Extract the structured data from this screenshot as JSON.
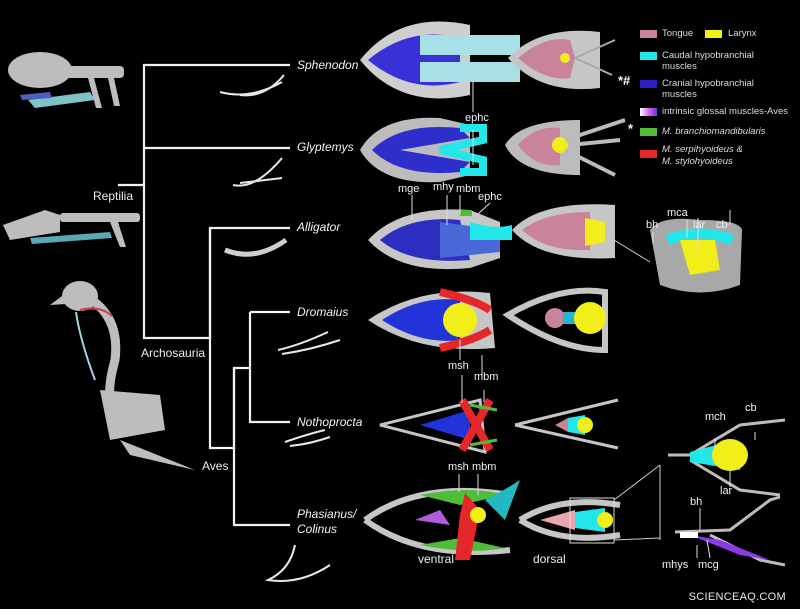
{
  "figure": {
    "taxa": [
      {
        "name": "Sphenodon"
      },
      {
        "name": "Glyptemys"
      },
      {
        "name": "Alligator"
      },
      {
        "name": "Dromaius"
      },
      {
        "name": "Nothoprocta"
      },
      {
        "name": "Phasianus/",
        "name2": "Colinus"
      }
    ],
    "clades": {
      "reptilia": "Reptilia",
      "archosauria": "Archosauria",
      "aves": "Aves"
    },
    "views": {
      "ventral": "ventral",
      "dorsal": "dorsal"
    },
    "annotations": {
      "sphenodon_ephc": "ephc",
      "alligator_mge": "mge",
      "alligator_mhy": "mhy",
      "alligator_mbm": "mbm",
      "alligator_ephc": "ephc",
      "alligator_detail_bh": "bh",
      "alligator_detail_mca": "mca",
      "alligator_detail_lar": "lar",
      "alligator_detail_cb": "cb",
      "dromaius_msh": "msh",
      "dromaius_mbm": "mbm",
      "phasianus_msh": "msh",
      "phasianus_mbm": "mbm",
      "bird_detail_mch": "mch",
      "bird_detail_cb": "cb",
      "bird_detail_lar": "lar",
      "bird_detail_bh": "bh",
      "bird_detail_mhys": "mhys",
      "bird_detail_mcg": "mcg"
    },
    "legend": {
      "items": [
        {
          "label": "Tongue",
          "color": "#c9839b"
        },
        {
          "label": "Larynx",
          "color": "#f2ee1a"
        },
        {
          "label": "Caudal hypobranchial muscles",
          "color": "#22e6ea"
        },
        {
          "label": "Cranial hypobranchial muscles",
          "color": "#2b1fc2",
          "marker": "*#"
        },
        {
          "label": "intrinsic glossal muscles-Aves",
          "color_gradient": [
            "#ffffff",
            "#d56bf0",
            "#7a2de0"
          ]
        },
        {
          "label": "M. branchiomandibularis",
          "color": "#4fbd3a",
          "marker": "*",
          "italic": true
        },
        {
          "label": "M. serpihyoideus &",
          "label2": "M. stylohyoideus",
          "color": "#e5262a",
          "italic": true
        }
      ]
    },
    "colors": {
      "background": "#000000",
      "bone": "#c8c8c8",
      "tongue": "#c9839b",
      "larynx": "#f2ee1a",
      "caudal_hypobranchial": "#22e6ea",
      "cranial_hypobranchial": "#2b1fc2",
      "branchiomandibularis": "#4fbd3a",
      "serpihyoideus": "#e5262a",
      "ephc_light": "#8fe3ea"
    },
    "watermark": "SCIENCEAQ.COM"
  }
}
